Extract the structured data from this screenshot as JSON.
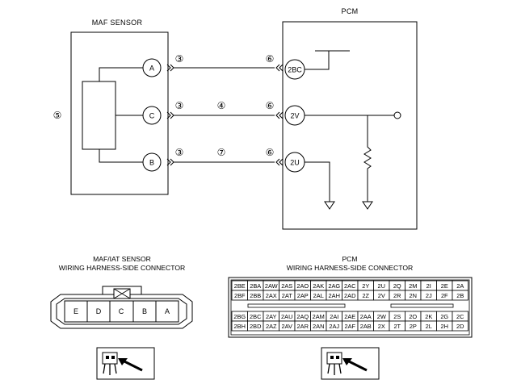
{
  "maf_sensor": {
    "title": "MAF SENSOR",
    "side_number": "⑤",
    "terminals": [
      "A",
      "C",
      "B"
    ]
  },
  "pcm": {
    "title": "PCM",
    "terminals": [
      "2BC",
      "2V",
      "2U"
    ]
  },
  "wires": [
    {
      "left_number": "③",
      "mid_number": "",
      "right_number": "⑥"
    },
    {
      "left_number": "③",
      "mid_number": "④",
      "right_number": "⑥"
    },
    {
      "left_number": "③",
      "mid_number": "⑦",
      "right_number": "⑥"
    }
  ],
  "maf_connector": {
    "caption_line1": "MAF/IAT SENSOR",
    "caption_line2": "WIRING HARNESS-SIDE CONNECTOR",
    "pins": [
      "E",
      "D",
      "C",
      "B",
      "A"
    ]
  },
  "pcm_connector": {
    "caption_line1": "PCM",
    "caption_line2": "WIRING HARNESS-SIDE CONNECTOR",
    "top_rows": [
      [
        "2BE",
        "2BA",
        "2AW",
        "2AS",
        "2AO",
        "2AK",
        "2AG",
        "2AC",
        "2Y",
        "2U",
        "2Q",
        "2M",
        "2I",
        "2E",
        "2A"
      ],
      [
        "2BF",
        "2BB",
        "2AX",
        "2AT",
        "2AP",
        "2AL",
        "2AH",
        "2AD",
        "2Z",
        "2V",
        "2R",
        "2N",
        "2J",
        "2F",
        "2B"
      ]
    ],
    "bottom_rows": [
      [
        "2BG",
        "2BC",
        "2AY",
        "2AU",
        "2AQ",
        "2AM",
        "2AI",
        "2AE",
        "2AA",
        "2W",
        "2S",
        "2O",
        "2K",
        "2G",
        "2C"
      ],
      [
        "2BH",
        "2BD",
        "2AZ",
        "2AV",
        "2AR",
        "2AN",
        "2AJ",
        "2AF",
        "2AB",
        "2X",
        "2T",
        "2P",
        "2L",
        "2H",
        "2D"
      ]
    ]
  }
}
